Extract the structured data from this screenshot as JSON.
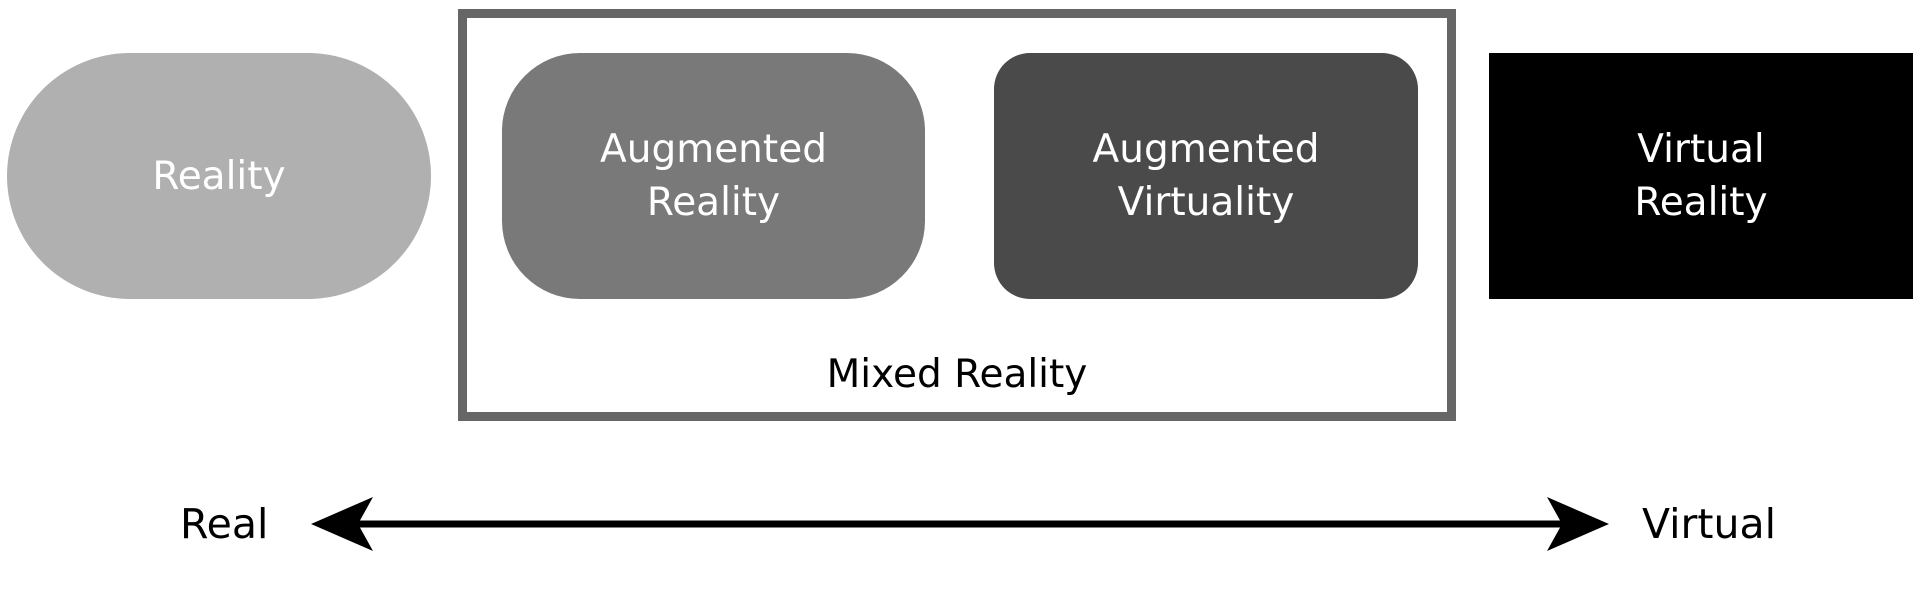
{
  "nodes": {
    "reality": {
      "label": "Reality",
      "color": "#b0b0b0"
    },
    "augmented_reality": {
      "label": "Augmented\nReality",
      "color": "#787978"
    },
    "augmented_virtuality": {
      "label": "Augmented\nVirtuality",
      "color": "#4a4a4a"
    },
    "virtual_reality": {
      "label": "Virtual\nReality",
      "color": "#000000"
    }
  },
  "mixed_reality": {
    "label": "Mixed Reality",
    "border_color": "#666666"
  },
  "axis": {
    "left_label": "Real",
    "right_label": "Virtual",
    "color": "#000000"
  }
}
